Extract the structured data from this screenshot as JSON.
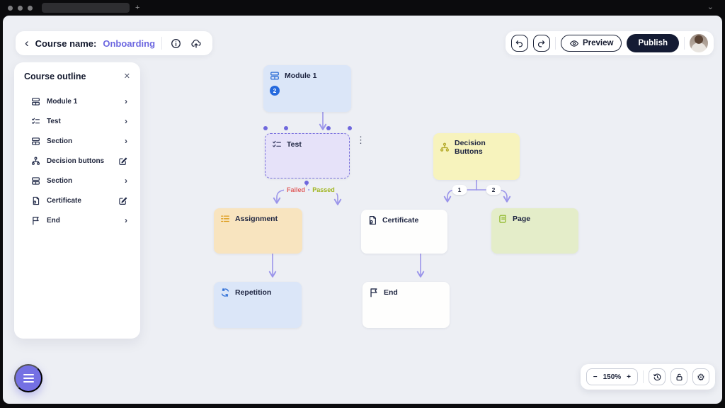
{
  "browser": {
    "tab_title": "",
    "new_tab_label": "+",
    "window_menu_icon": "⌄"
  },
  "header": {
    "back_icon": "‹",
    "course_label": "Course name:",
    "course_name": "Onboarding",
    "info_icon": "info-circle",
    "upload_icon": "upload-cloud",
    "undo_icon": "undo-arrow",
    "redo_icon": "redo-arrow",
    "preview_label": "Preview",
    "publish_label": "Publish"
  },
  "sidebar": {
    "title": "Course outline",
    "close_icon": "✕",
    "items": [
      {
        "label": "Module 1",
        "icon": "module-icon",
        "action": "chevron",
        "chevron": "›"
      },
      {
        "label": "Test",
        "icon": "checklist-icon",
        "action": "chevron",
        "chevron": "›"
      },
      {
        "label": "Section",
        "icon": "module-icon",
        "action": "chevron",
        "chevron": "›"
      },
      {
        "label": "Decision buttons",
        "icon": "decision-tree-icon",
        "action": "edit"
      },
      {
        "label": "Section",
        "icon": "module-icon",
        "action": "chevron",
        "chevron": "›"
      },
      {
        "label": "Certificate",
        "icon": "certificate-icon",
        "action": "edit"
      },
      {
        "label": "End",
        "icon": "flag-icon",
        "action": "chevron",
        "chevron": "›"
      }
    ]
  },
  "canvas": {
    "nodes": [
      {
        "label": "Module 1",
        "type": "module",
        "badge": "2"
      },
      {
        "label": "Test",
        "type": "test",
        "selected": true,
        "menu_icon": "⋮"
      },
      {
        "label": "Decision Buttons",
        "type": "decision"
      },
      {
        "label": "Assignment",
        "type": "assignment"
      },
      {
        "label": "Certificate",
        "type": "certificate"
      },
      {
        "label": "Page",
        "type": "page"
      },
      {
        "label": "Repetition",
        "type": "repetition"
      },
      {
        "label": "End",
        "type": "end"
      }
    ],
    "edge_labels": {
      "failed": "Failed",
      "passed": "Passed",
      "branch1": "1",
      "branch2": "2"
    }
  },
  "toolbar": {
    "zoom_out": "−",
    "zoom_level": "150%",
    "zoom_in": "+",
    "history_icon": "clock-history",
    "lock_icon": "padlock",
    "settings_icon": "⚙"
  },
  "fab": {
    "icon": "menu"
  },
  "colors": {
    "accent_purple": "#6d68e0",
    "publish_navy": "#141b33",
    "edge": "#9b95ea",
    "failed_red": "#e06161",
    "passed_green": "#9fb41c",
    "node_blue": "#dbe6f8",
    "node_purple": "#e6e2f9",
    "node_yellow": "#f7f3bd",
    "node_orange": "#f8e4bf",
    "node_green": "#e4edc9",
    "node_white": "#fefefd",
    "canvas_bg": "#edeff4",
    "badge_blue": "#2569dd"
  }
}
